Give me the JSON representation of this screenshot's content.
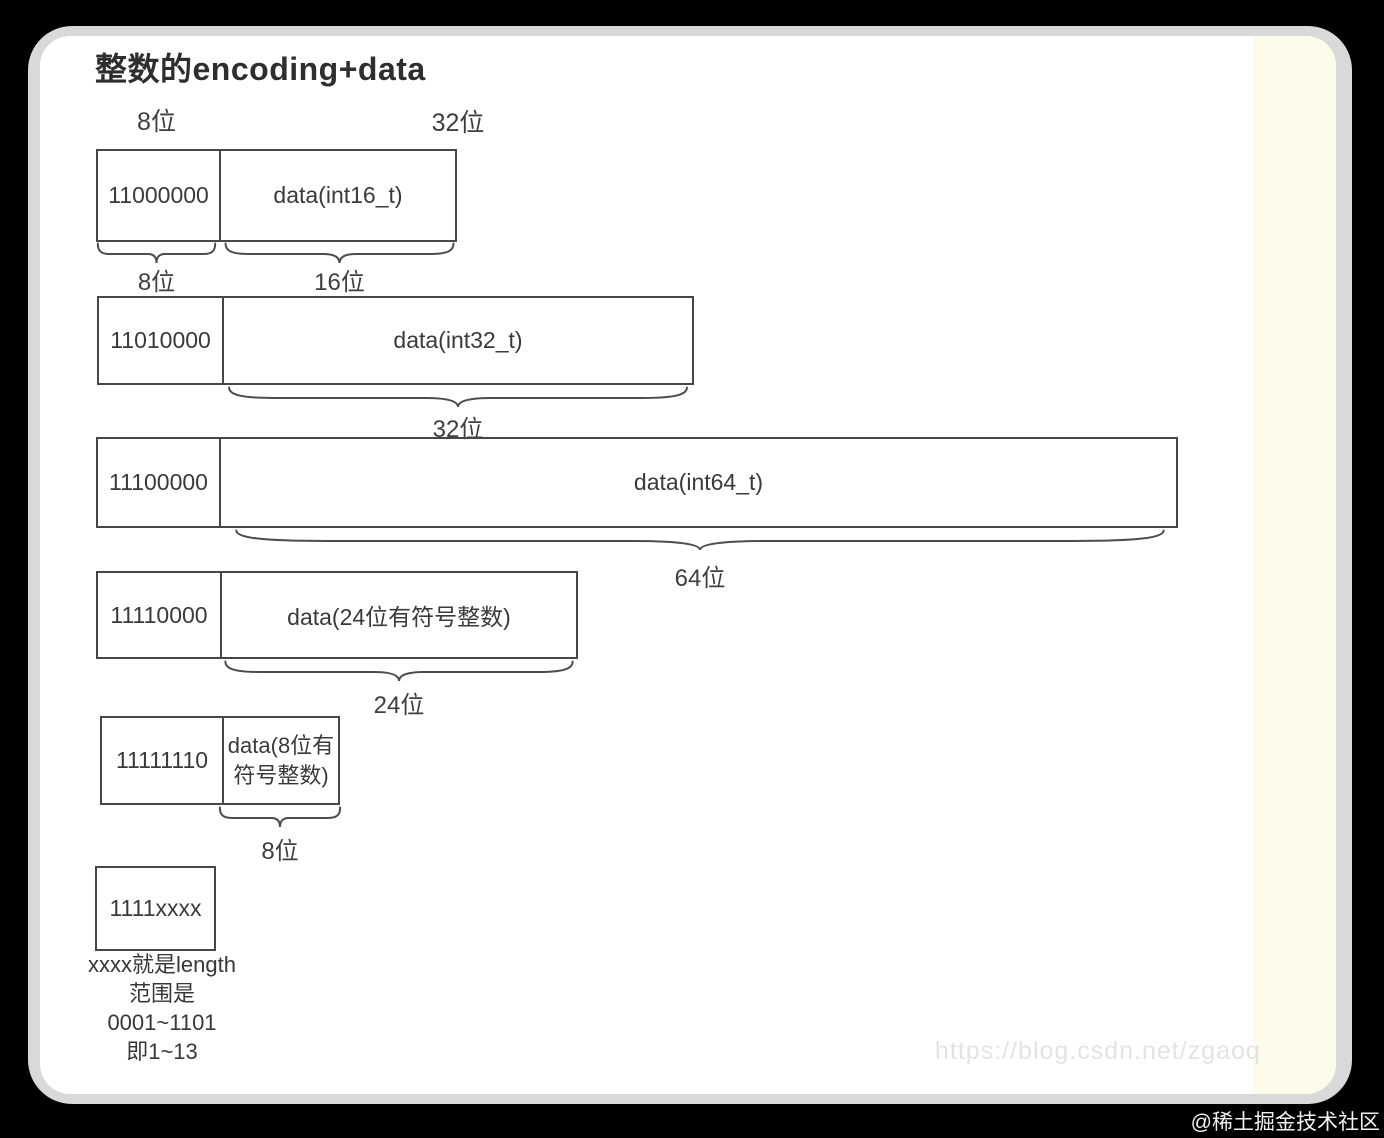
{
  "title": "整数的encoding+data",
  "header_labels": {
    "left": "8位",
    "right": "32位"
  },
  "rows": [
    {
      "code": "11000000",
      "data": "data(int16_t)",
      "brace_left": "8位",
      "brace_right": "16位"
    },
    {
      "code": "11010000",
      "data": "data(int32_t)",
      "brace": "32位"
    },
    {
      "code": "11100000",
      "data": "data(int64_t)",
      "brace": "64位"
    },
    {
      "code": "11110000",
      "data": "data(24位有符号整数)",
      "brace": "24位"
    },
    {
      "code": "11111110",
      "data_line1": "data(8位有",
      "data_line2": "符号整数)",
      "brace": "8位"
    },
    {
      "code": "1111xxxx",
      "note_lines": [
        "xxxx就是length",
        "范围是",
        "0001~1101",
        "即1~13"
      ]
    }
  ],
  "watermark": "https://blog.csdn.net/zgaoq",
  "community_tag": "@稀土掘金技术社区",
  "colors": {
    "page_bg": "#000000",
    "card_bg": "#ffffff",
    "cream_strip": "#fdfbe9",
    "ring": "#d9d9d9",
    "line": "#474747",
    "text": "#3a3a3a",
    "watermark_text": "#dddddc"
  }
}
